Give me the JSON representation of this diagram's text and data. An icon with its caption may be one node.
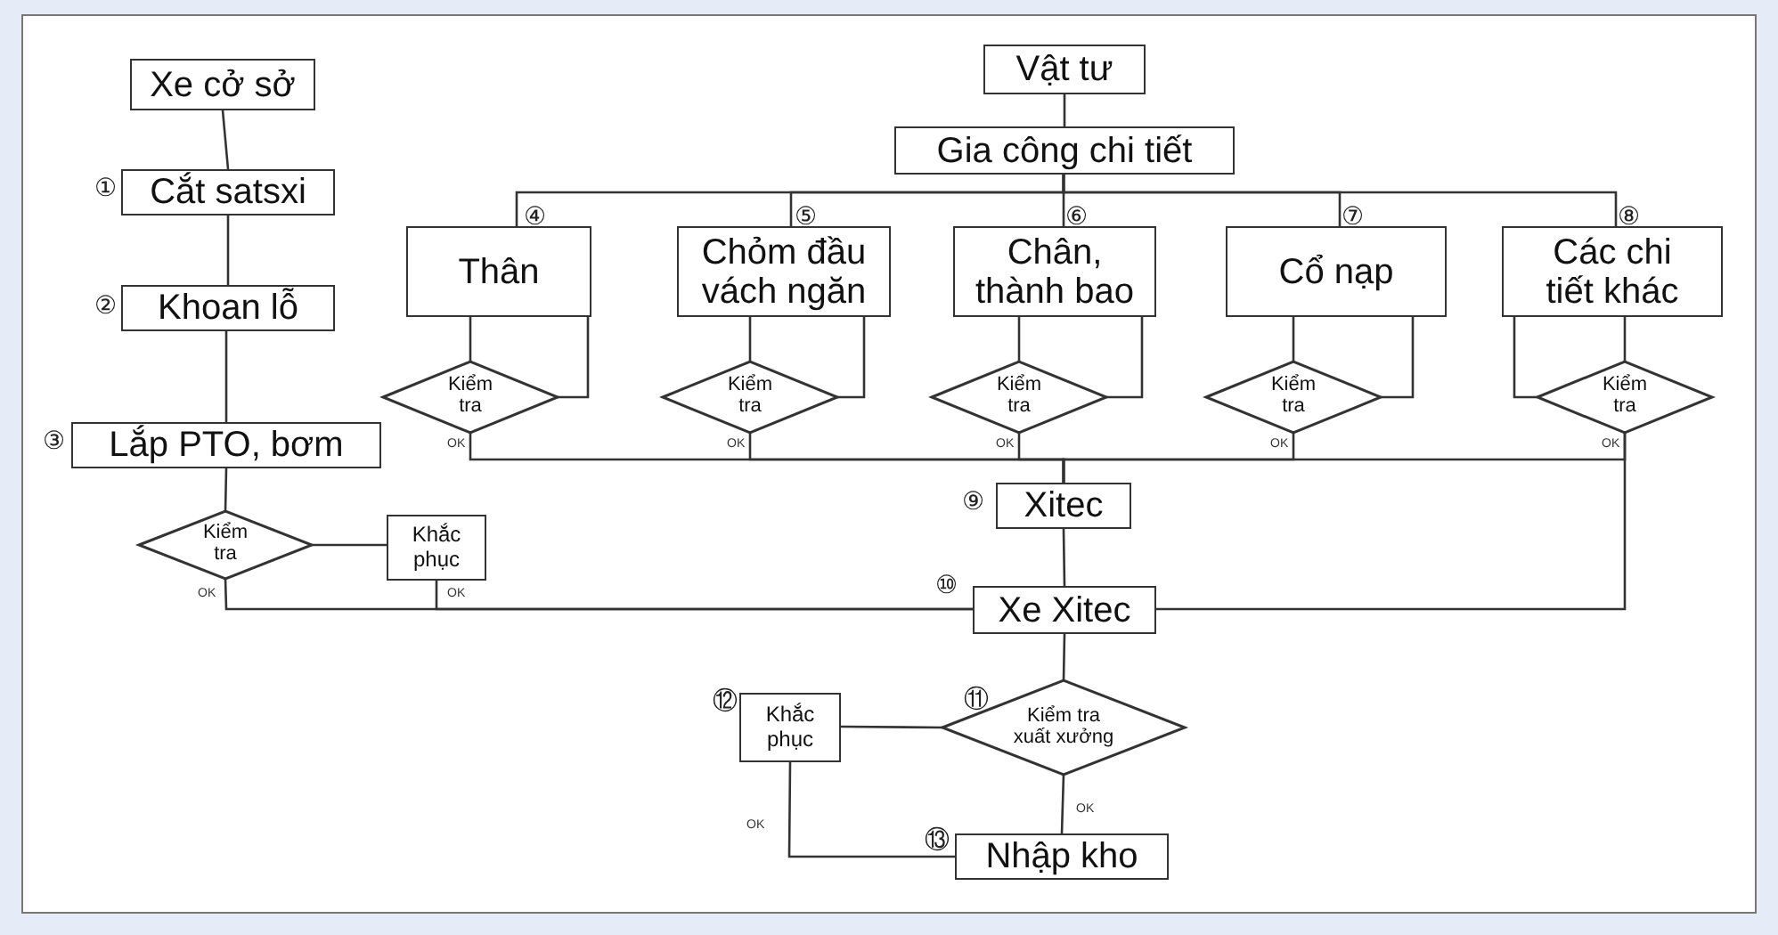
{
  "diagram": {
    "nodes": [
      {
        "text": [
          "Xe cở sở"
        ]
      },
      {
        "text": [
          "Cắt satsxi"
        ],
        "beside": [
          "①"
        ]
      },
      {
        "text": [
          "Khoan lỗ"
        ],
        "beside": [
          "②"
        ]
      },
      {
        "text": [
          "Lắp PTO, bơm"
        ],
        "beside": [
          "③"
        ]
      },
      {
        "text": [
          "Kiểm tra"
        ]
      },
      {
        "text": [
          "Khắc phục"
        ]
      },
      {
        "text": [
          "Vật tư"
        ]
      },
      {
        "text": [
          "Gia công chi tiết"
        ]
      },
      {
        "text": [
          "Thân"
        ],
        "beside": [
          "④"
        ]
      },
      {
        "text": [
          "Chỏm đầu vách ngăn"
        ],
        "beside": [
          "⑤"
        ]
      },
      {
        "text": [
          "Chân, thành bao"
        ],
        "beside": [
          "⑥"
        ]
      },
      {
        "text": [
          "Cổ nạp"
        ],
        "beside": [
          "⑦"
        ]
      },
      {
        "text": [
          "Các chi tiết khác"
        ],
        "beside": [
          "⑧"
        ]
      },
      {
        "text": [
          "Kiểm tra"
        ]
      },
      {
        "text": [
          "Kiểm tra"
        ]
      },
      {
        "text": [
          "Kiểm tra"
        ]
      },
      {
        "text": [
          "Kiểm tra"
        ]
      },
      {
        "text": [
          "Kiểm tra"
        ]
      },
      {
        "text": [
          "Xitec"
        ],
        "beside": [
          "⑨"
        ]
      },
      {
        "text": [
          "Xe Xitec"
        ],
        "beside": [
          "⑩"
        ]
      },
      {
        "text": [
          "Kiểm tra xuất xưởng"
        ],
        "beside": [
          "⑪"
        ]
      },
      {
        "text": [
          "Khắc phục"
        ],
        "beside": [
          "⑫"
        ]
      },
      {
        "text": [
          "Nhập kho"
        ],
        "beside": [
          "⑬"
        ]
      }
    ],
    "edges": [
      {
        "from": 0,
        "to": 1,
        "arrow": "none"
      },
      {
        "from": 1,
        "to": 2,
        "arrow": "none"
      },
      {
        "from": 2,
        "to": 3,
        "arrow": "none"
      },
      {
        "from": 3,
        "to": 4,
        "arrow": "none"
      },
      {
        "from": 4,
        "to": 5,
        "arrow": "none"
      },
      {
        "from": 4,
        "to": 19,
        "arrow": "none",
        "label": "OK"
      },
      {
        "from": 5,
        "to": 19,
        "arrow": "none",
        "label": "OK"
      },
      {
        "from": 6,
        "to": 7,
        "arrow": "none"
      },
      {
        "from": 7,
        "to": 8,
        "arrow": "none"
      },
      {
        "from": 7,
        "to": 9,
        "arrow": "none"
      },
      {
        "from": 7,
        "to": 10,
        "arrow": "none"
      },
      {
        "from": 7,
        "to": 11,
        "arrow": "none"
      },
      {
        "from": 7,
        "to": 12,
        "arrow": "none"
      },
      {
        "from": 8,
        "to": 13,
        "arrow": "none"
      },
      {
        "from": 13,
        "to": 8,
        "arrow": "none"
      },
      {
        "from": 9,
        "to": 14,
        "arrow": "none"
      },
      {
        "from": 14,
        "to": 9,
        "arrow": "none"
      },
      {
        "from": 10,
        "to": 15,
        "arrow": "none"
      },
      {
        "from": 15,
        "to": 10,
        "arrow": "none"
      },
      {
        "from": 11,
        "to": 16,
        "arrow": "none"
      },
      {
        "from": 16,
        "to": 11,
        "arrow": "none"
      },
      {
        "from": 12,
        "to": 17,
        "arrow": "none"
      },
      {
        "from": 17,
        "to": 12,
        "arrow": "none"
      },
      {
        "from": 13,
        "to": 18,
        "arrow": "none",
        "label": "OK"
      },
      {
        "from": 14,
        "to": 18,
        "arrow": "none",
        "label": "OK"
      },
      {
        "from": 15,
        "to": 18,
        "arrow": "none",
        "label": "OK"
      },
      {
        "from": 16,
        "to": 18,
        "arrow": "none",
        "label": "OK"
      },
      {
        "from": 17,
        "to": 18,
        "arrow": "none",
        "label": "OK"
      },
      {
        "from": 17,
        "to": 19,
        "arrow": "none"
      },
      {
        "from": 18,
        "to": 19,
        "arrow": "none"
      },
      {
        "from": 19,
        "to": 20,
        "arrow": "none"
      },
      {
        "from": 20,
        "to": 21,
        "arrow": "none"
      },
      {
        "from": 21,
        "to": 22,
        "arrow": "none",
        "label": "OK"
      },
      {
        "from": 20,
        "to": 22,
        "arrow": "none",
        "label": "OK"
      }
    ]
  }
}
